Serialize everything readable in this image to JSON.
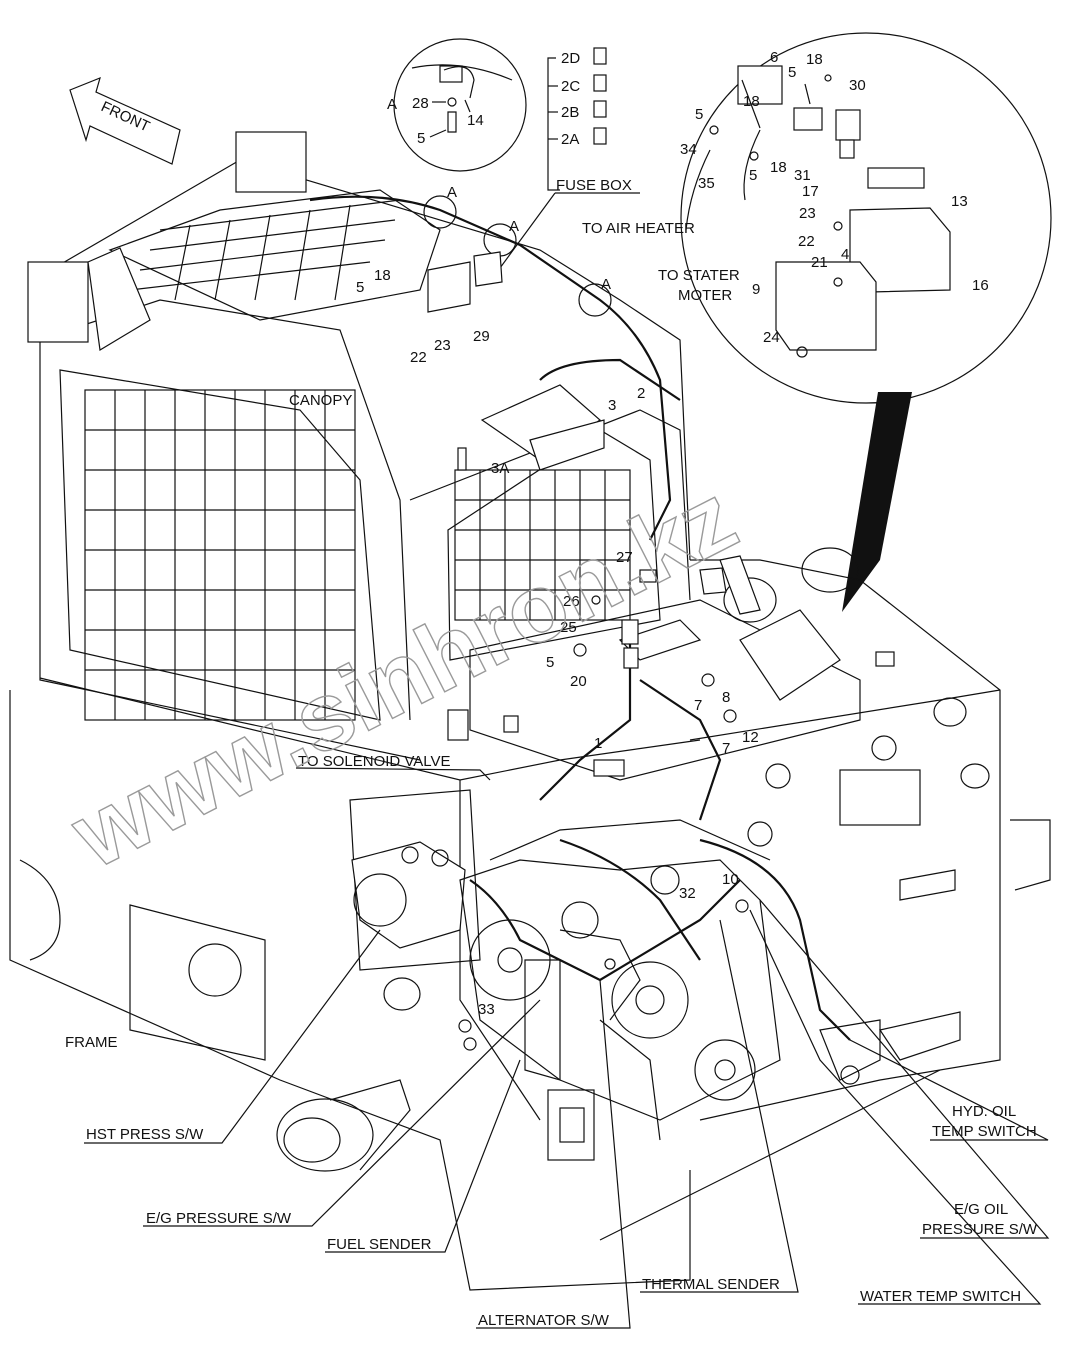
{
  "front_label": "FRONT",
  "detail_a": {
    "letter": "A",
    "parts": [
      "28",
      "14",
      "5"
    ]
  },
  "fuse_box": {
    "title": "FUSE BOX",
    "fuses": [
      "2D",
      "2C",
      "2B",
      "2A"
    ]
  },
  "callout_letter": "A",
  "area_labels": {
    "canopy": "CANOPY",
    "frame": "FRAME"
  },
  "connections": {
    "air_heater": "TO AIR HEATER",
    "starter_line1": "TO STATER",
    "starter_line2": "MOTER",
    "solenoid_valve": "TO SOLENOID VALVE"
  },
  "sensors": {
    "hst_press": "HST PRESS S/W",
    "eg_pressure": "E/G PRESSURE S/W",
    "fuel_sender": "FUEL SENDER",
    "alternator": "ALTERNATOR S/W",
    "thermal_sender": "THERMAL SENDER",
    "water_temp": "WATER TEMP SWITCH",
    "eg_oil_line1": "E/G OIL",
    "eg_oil_line2": "PRESSURE S/W",
    "hyd_oil_line1": "HYD. OIL",
    "hyd_oil_line2": "TEMP SWITCH"
  },
  "watermark": "www.sinhron.kz",
  "part_numbers": {
    "p6": "6",
    "p18a": "18",
    "p5a": "5",
    "p30": "30",
    "p5b": "5",
    "p18b": "18",
    "p34": "34",
    "p5c": "5",
    "p18c": "18",
    "p31": "31",
    "p35": "35",
    "p17": "17",
    "p13": "13",
    "p23a": "23",
    "p22a": "22",
    "p4": "4",
    "p21": "21",
    "p9": "9",
    "p16": "16",
    "p24": "24",
    "p5d": "5",
    "p18d": "18",
    "p22b": "22",
    "p23b": "23",
    "p29": "29",
    "p2": "2",
    "p3": "3",
    "p3A": "3A",
    "p27": "27",
    "p26": "26",
    "p25": "25",
    "p5e": "5",
    "p20": "20",
    "p7a": "7",
    "p8": "8",
    "p7b": "7",
    "p12": "12",
    "p1": "1",
    "p32": "32",
    "p10": "10",
    "p33": "33"
  }
}
